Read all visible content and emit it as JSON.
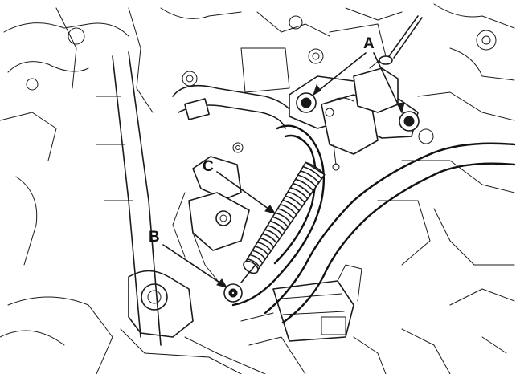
{
  "callouts": {
    "a": "A",
    "b": "B",
    "c": "C"
  },
  "colors": {
    "line": "#1a1a1a",
    "background": "#ffffff"
  }
}
